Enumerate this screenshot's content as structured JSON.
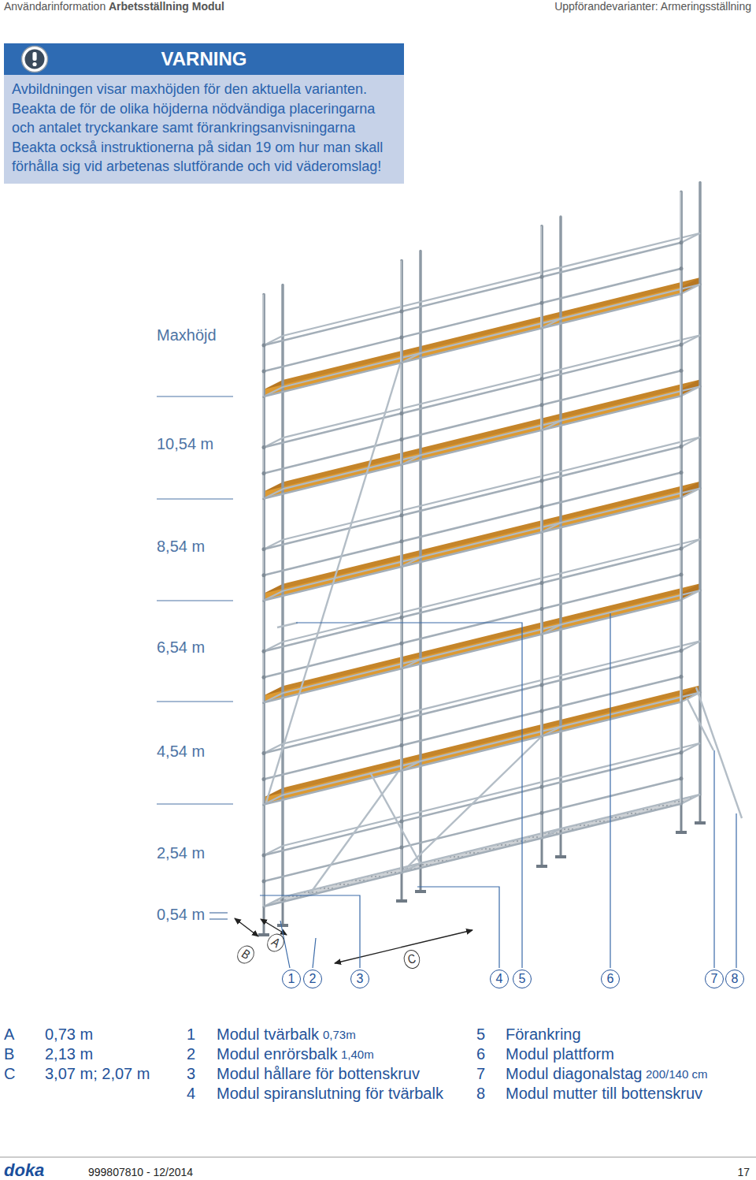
{
  "diagram": {
    "nodes": [
      {
        "text": [
          "VARNING",
          "Avbildningen visar maxhöjden för den aktuella varianten. Beakta de för de olika höjderna nödvändiga placeringarna och antalet tryckankare samt förankringsanvisningarna Beakta också instruktionerna på sidan 19 om hur man skall förhålla sig vid arbetenas slutförande och vid väderomslag!"
        ]
      }
    ],
    "labels": [
      "Användarinformation",
      "Arbetsställning Modul",
      "Uppförandevarianter: Armeringsställning",
      "Maxhöjd",
      "10,54 m",
      "8,54 m",
      "6,54 m",
      "4,54 m",
      "2,54 m",
      "0,54 m",
      "B",
      "A",
      "C",
      "1",
      "2",
      "3",
      "4",
      "5",
      "6",
      "7",
      "8",
      "A",
      "0,73 m",
      "B",
      "2,13 m",
      "C",
      "3,07 m; 2,07 m",
      "1",
      "Modul tvärbalk",
      "0,73m",
      "2",
      "Modul enrörsbalk",
      "1,40m",
      "3",
      "Modul hållare för bottenskruv",
      "4",
      "Modul spiranslutning för tvärbalk",
      "5",
      "Förankring",
      "6",
      "Modul plattform",
      "7",
      "Modul diagonalstag",
      "200/140 cm",
      "8",
      "Modul mutter till bottenskruv",
      "doka",
      "999807810 - 12/2014",
      "17"
    ]
  }
}
